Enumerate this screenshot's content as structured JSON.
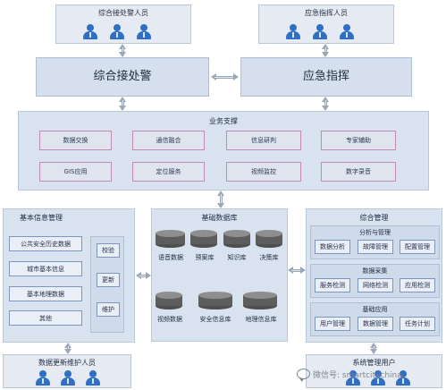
{
  "top_left_people": {
    "title": "综合接处警人员"
  },
  "top_right_people": {
    "title": "应急指挥人员"
  },
  "main": {
    "left_box": "综合接处警",
    "right_box": "应急指挥"
  },
  "business_support": {
    "title": "业务支撑",
    "items": [
      "数据交换",
      "通信融合",
      "信息研判",
      "专家辅助",
      "GIS应用",
      "定位服务",
      "视频监控",
      "数字录音"
    ]
  },
  "basic_info": {
    "title": "基本信息管理",
    "items": [
      "公共安全历史数据",
      "城市基本信息",
      "基本地理数据",
      "其他"
    ],
    "actions": [
      "校验",
      "更新",
      "维护"
    ]
  },
  "database": {
    "title": "基础数据库",
    "items": [
      "语音数据",
      "预案库",
      "知识库",
      "决策库",
      "视频数据",
      "安全信息库",
      "地理信息库"
    ]
  },
  "integrated": {
    "title": "综合管理",
    "groups": [
      {
        "title": "分析与管理",
        "items": [
          "数据分析",
          "故障管理",
          "配置管理"
        ]
      },
      {
        "title": "数据采集",
        "items": [
          "服务检测",
          "网络检测",
          "应用检测"
        ]
      },
      {
        "title": "基础应用",
        "items": [
          "用户管理",
          "数据管理",
          "任务计划"
        ]
      }
    ]
  },
  "bottom_left_people": {
    "title": "数据更新维护人员"
  },
  "bottom_right_people": {
    "title": "系统管理用户"
  },
  "watermark": {
    "text": "微信号: smartcitychina"
  }
}
